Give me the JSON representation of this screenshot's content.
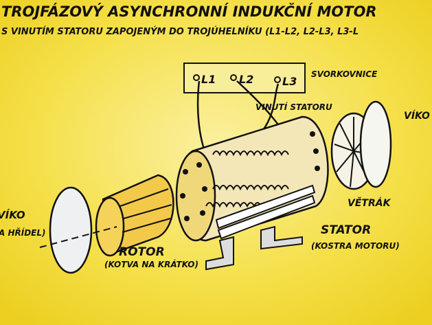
{
  "title": "TROJFÁZOVÝ ASYNCHRONNÍ INDUKČNÍ MOTOR",
  "subtitle": "S VINUTÍM STATORU ZAPOJENÝM DO TROJÚHELNÍKU (L1-L2, L2-L3, L3-L",
  "terminal_box": {
    "label": "SVORKOVNICE",
    "terminals": [
      "L1",
      "L2",
      "L3"
    ]
  },
  "labels": {
    "winding": "VINUTÍ STATORU",
    "cover_right": "VÍKO",
    "fan": "VĚTRÁK",
    "stator": "STATOR",
    "stator_note": "(KOSTRA MOTORU)",
    "rotor": "ROTOR",
    "rotor_note": "(KOTVA NA KRÁTKO)",
    "cover_left": "VÍKO",
    "cover_left_note": "A HŘÍDEL)"
  },
  "colors": {
    "paper": "#f3dc3a",
    "ink": "#111111",
    "white": "#eef0f2"
  }
}
